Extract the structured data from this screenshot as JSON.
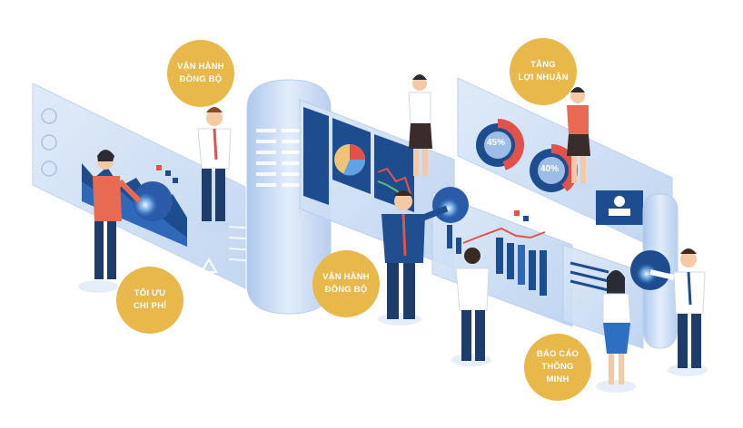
{
  "badges": [
    {
      "text": "VẬN HÀNH\nĐỒNG BỘ"
    },
    {
      "text": "TĂNG\nLỢI NHUẬN"
    },
    {
      "text": "TỐI ƯU\nCHI PHÍ"
    },
    {
      "text": "VẬN HÀNH\nĐỒNG BỘ"
    },
    {
      "text": "BÁO CÁO\nTHÔNG MINH"
    }
  ],
  "donuts": [
    {
      "label": "45%",
      "value": 0.45
    },
    {
      "label": "40%",
      "value": 0.4
    }
  ],
  "colors": {
    "badge": "#e8b84b",
    "panel": "#cfe0f5",
    "panel_edge": "#9dbde6",
    "chart_dark": "#1d4d8f",
    "chart_red": "#e0524a",
    "suit_navy": "#1f3d6b"
  }
}
